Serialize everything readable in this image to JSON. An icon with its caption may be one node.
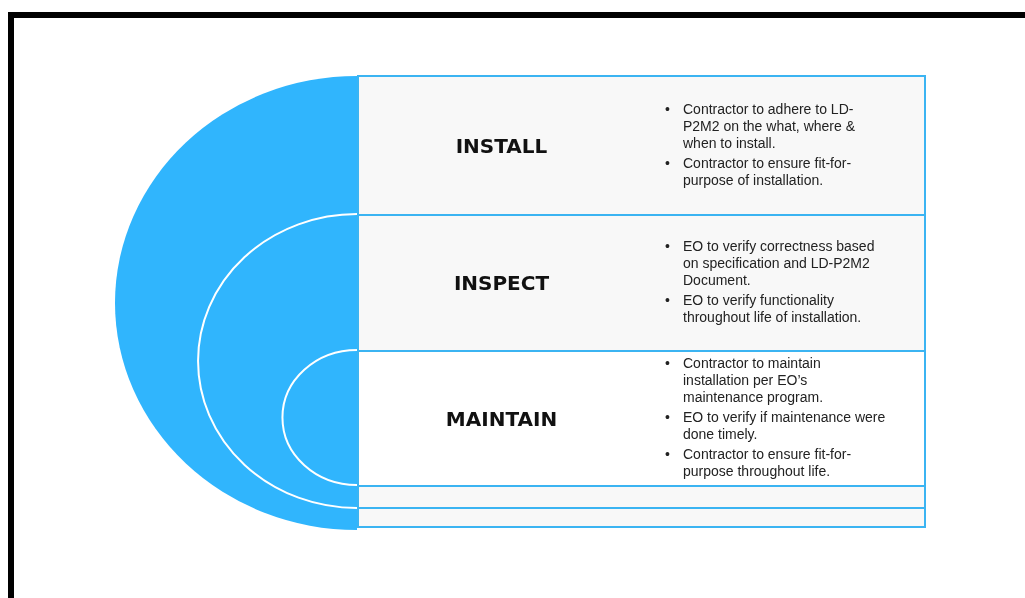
{
  "diagram": {
    "nodes": [
      {
        "text": [
          "INSTALL",
          "Contractor to adhere to LD-P2M2 on the what, where & when to install.",
          "Contractor to ensure fit-for-purpose of installation."
        ]
      },
      {
        "text": [
          "INSPECT",
          "EO to verify correctness based on specification and LD-P2M2 Document.",
          "EO to verify functionality throughout life of installation."
        ]
      },
      {
        "text": [
          "MAINTAIN",
          "Contractor to maintain installation per EO’s maintenance program.",
          "EO to verify if maintenance were done timely.",
          "Contractor to ensure fit-for-purpose throughout life."
        ]
      },
      {
        "text": [],
        "shape": "bar"
      },
      {
        "text": [],
        "shape": "bar"
      }
    ],
    "edges": [],
    "labels": [
      "•",
      "•",
      "•",
      "•",
      "•",
      "•",
      "•"
    ]
  }
}
